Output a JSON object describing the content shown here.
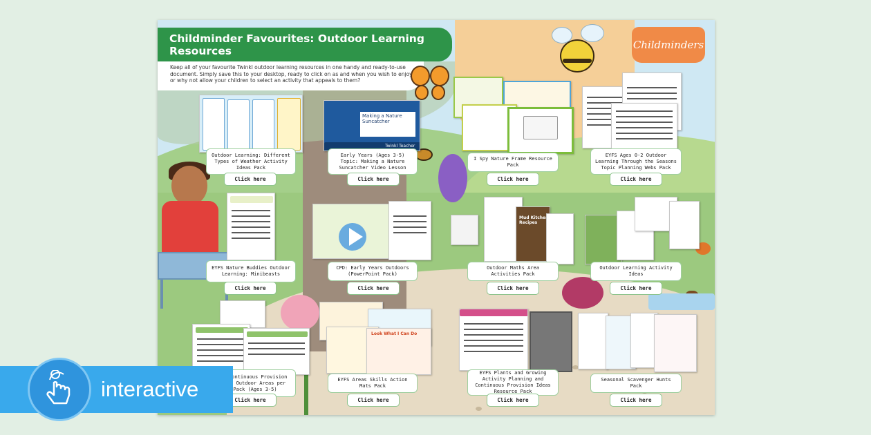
{
  "document": {
    "title": "Childminder Favourites: Outdoor Learning Resources",
    "intro": "Keep all of your favourite Twinkl outdoor learning resources in one handy and ready-to-use document. Simply save this to your desktop, ready to click on as and when you wish to enjoy or why not allow your children to select an activity that appeals to them?",
    "logo": "Childminders"
  },
  "resources": [
    {
      "label": "Outdoor Learning: Different Types of Weather Activity Ideas Pack",
      "button": "Click here"
    },
    {
      "label": "Early Years (Ages 3-5) Topic: Making a Nature Suncatcher Video Lesson",
      "button": "Click here",
      "video_title": "Making a Nature Suncatcher",
      "video_footer": "Twinkl Teacher Lesson"
    },
    {
      "label": "I Spy Nature Frame Resource Pack",
      "button": "Click here"
    },
    {
      "label": "EYFS Ages 0-2 Outdoor Learning Through the Seasons Topic Planning Webs Pack",
      "button": "Click here"
    },
    {
      "label": "EYFS Nature Buddies Outdoor Learning: Minibeasts",
      "button": "Click here"
    },
    {
      "label": "CPD: Early Years Outdoors (PowerPoint Pack)",
      "button": "Click here"
    },
    {
      "label": "Outdoor Maths Area Activities Pack",
      "button": "Click here",
      "thumb_title": "Mud Kitchen Recipes"
    },
    {
      "label": "Outdoor Learning Activity Ideas",
      "button": "Click here"
    },
    {
      "label": "e Continuous Provision ers Outdoor Areas per Pack (Ages 3-5)",
      "button": "Click here"
    },
    {
      "label": "EYFS Areas Skills Action Mats Pack",
      "button": "Click here",
      "thumb_title": "Look What I Can Do"
    },
    {
      "label": "EYFS Plants and Growing Activity Planning and Continuous Provision Ideas Resource Pack",
      "button": "Click here"
    },
    {
      "label": "Seasonal Scavenger Hunts Pack",
      "button": "Click here"
    }
  ],
  "badge": {
    "label": "interactive",
    "icon": "touch-hand-icon"
  },
  "colors": {
    "title_green": "#2e9449",
    "logo_orange": "#f08a47",
    "badge_blue": "#39a9ec",
    "page_background": "#e2efe4"
  }
}
